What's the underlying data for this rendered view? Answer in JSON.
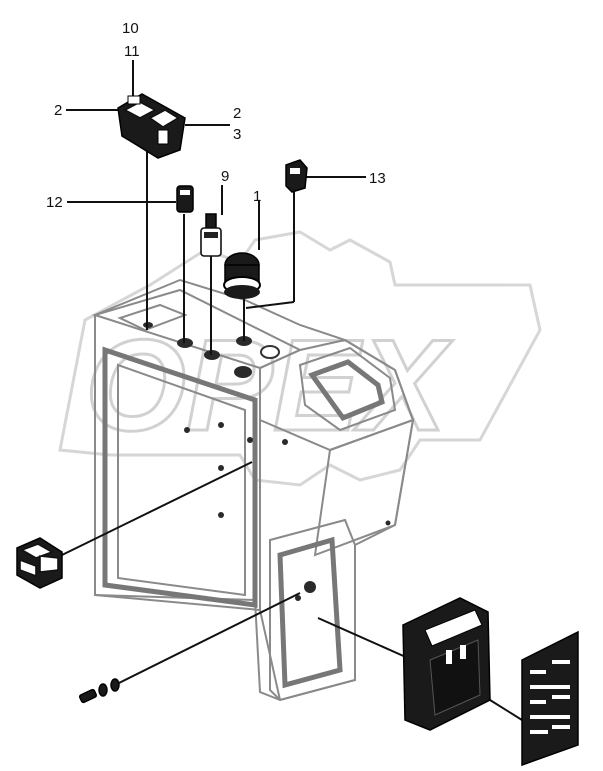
{
  "callouts": [
    {
      "id": "c10",
      "label": "10"
    },
    {
      "id": "c11",
      "label": "11"
    },
    {
      "id": "c2a",
      "label": "2"
    },
    {
      "id": "c2b",
      "label": "2"
    },
    {
      "id": "c3",
      "label": "3"
    },
    {
      "id": "c9",
      "label": "9"
    },
    {
      "id": "c1",
      "label": "1"
    },
    {
      "id": "c13",
      "label": "13"
    },
    {
      "id": "c12",
      "label": "12"
    }
  ],
  "watermark": {
    "text": "OPEX"
  }
}
